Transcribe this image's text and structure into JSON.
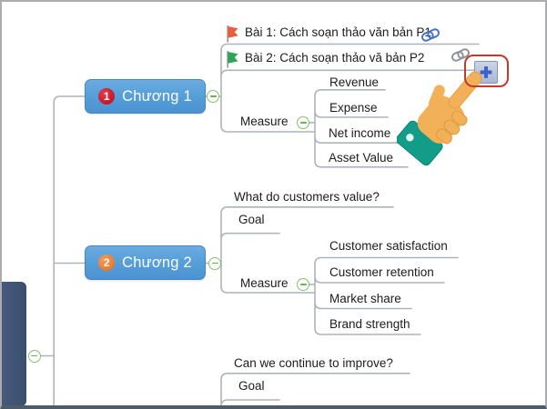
{
  "window": {
    "background": "#ffffff",
    "frame_border": "#abacae",
    "bottom_bar": "#4e5c6a"
  },
  "colors": {
    "connector_line": "#aeb4ba",
    "topic_text": "#1c1c1c",
    "chapter_fill": "#58a0d9",
    "chapter_text": "#ffffff",
    "badge_red": "#b40c1e",
    "badge_orange": "#e16e1d",
    "collapse_green": "#6fae55",
    "root_navy": "#3e5470",
    "flag_red": "#e85c3f",
    "flag_green": "#2fa356",
    "link_blue": "#4472c4",
    "link_gray": "#8f9499",
    "plus_glyph": "#3f62c5",
    "plus_fill": "#b9c4da",
    "highlight_red": "#c2392e",
    "hand_skin": "#f2b159",
    "hand_cuff": "#119d88"
  },
  "chapters": [
    {
      "number": "1",
      "label": "Chương 1"
    },
    {
      "number": "2",
      "label": "Chương 2"
    }
  ],
  "chapter1": {
    "lessons": [
      {
        "label": "Bài 1: Cách soạn thảo văn bản P1",
        "flag": "flag-icon-red",
        "link": "link-icon-blue"
      },
      {
        "label": "Bài 2: Cách soạn thảo vă bản P2",
        "flag": "flag-icon-green",
        "link": "link-icon-gray"
      }
    ],
    "measure_label": "Measure",
    "measures": [
      "Revenue",
      "Expense",
      "Net income",
      "Asset Value"
    ]
  },
  "chapter2": {
    "question": "What do customers value?",
    "goal_label": "Goal",
    "measure_label": "Measure",
    "measures": [
      "Customer satisfaction",
      "Customer retention",
      "Market share",
      "Brand strength"
    ]
  },
  "chapter3": {
    "question": "Can we continue to improve?",
    "goal_label": "Goal"
  },
  "overlay": {
    "add_button_icon": "plus-icon",
    "cursor_icon": "pointing-hand-icon",
    "collapse_icon": "minus-circle-icon"
  }
}
